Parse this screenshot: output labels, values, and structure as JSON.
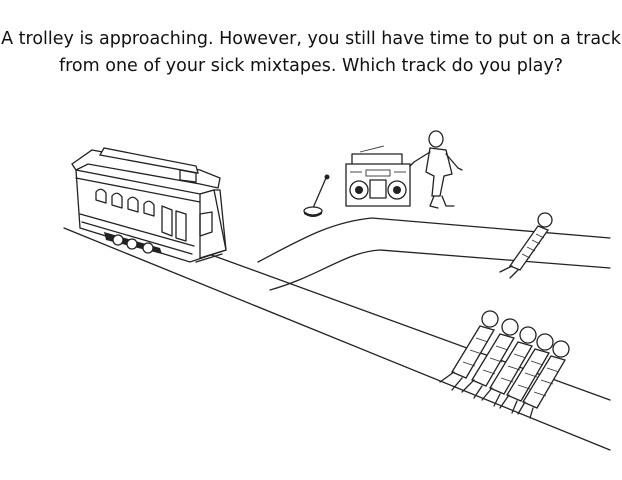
{
  "caption": {
    "line1": "A trolley is approaching. However, you still have time to put on a track",
    "line2": "from one of your sick mixtapes. Which track do you play?"
  },
  "illustration": {
    "elements": [
      "trolley",
      "track-switch-lever",
      "boombox",
      "bystander-person",
      "single-tied-person",
      "group-of-five-tied-people"
    ],
    "style": "black line drawing on white"
  }
}
